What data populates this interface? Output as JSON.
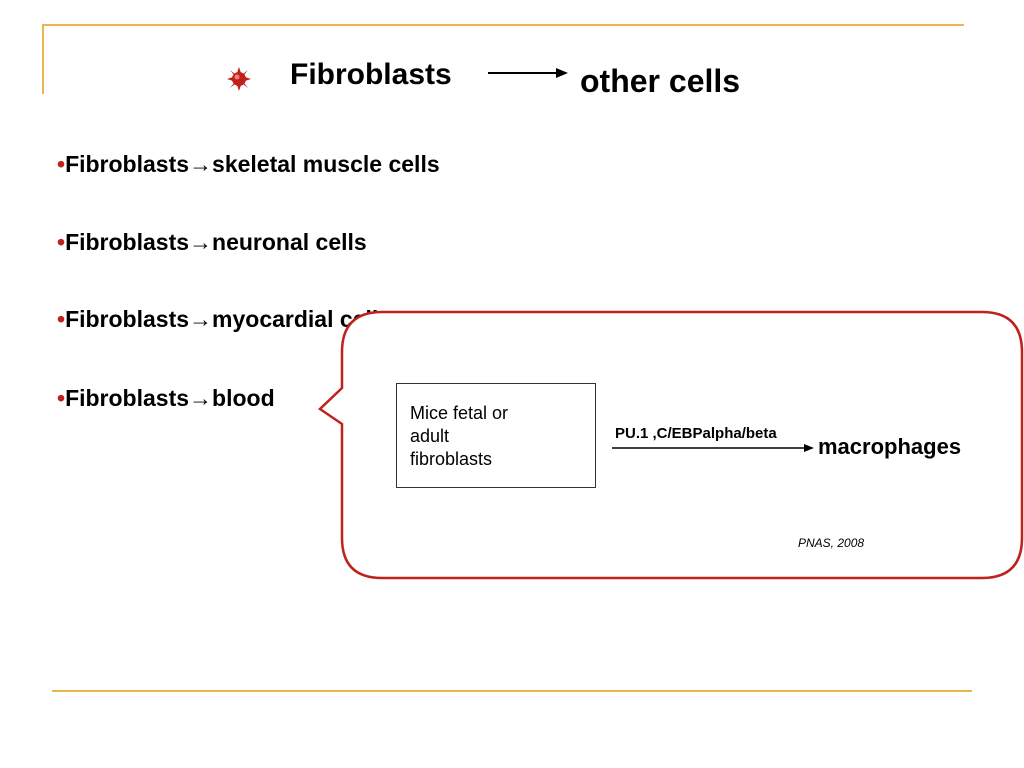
{
  "theme": {
    "accent_gold": "#e8b64c",
    "callout_border": "#c0211b",
    "bullet_color": "#c0211b"
  },
  "title": {
    "left": "Fibroblasts",
    "right": "other cells",
    "bullet_icon": "red-sun-icon"
  },
  "bullets": [
    {
      "dot": "•",
      "text": "Fibroblasts→skeletal muscle cells"
    },
    {
      "dot": "•",
      "text": "Fibroblasts→neuronal cells"
    },
    {
      "dot": "•",
      "text": "Fibroblasts→myocardial cells"
    },
    {
      "dot": "•",
      "text": "Fibroblasts→blood"
    }
  ],
  "callout": {
    "box_lines": [
      "Mice fetal or",
      "adult",
      "fibroblasts"
    ],
    "factors": "PU.1 ,C/EBPalpha/beta",
    "result": "macrophages",
    "citation": "PNAS, 2008"
  }
}
